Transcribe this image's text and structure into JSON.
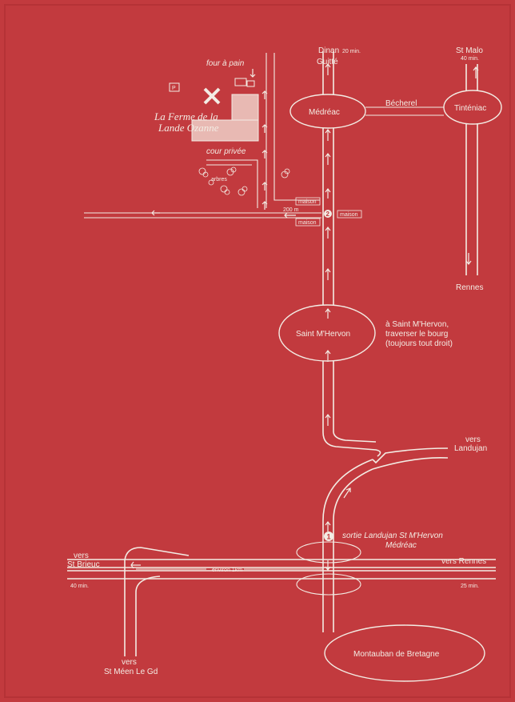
{
  "colors": {
    "background": "#c23a3e",
    "ink": "#f3ece4",
    "farm_block": "#e8b9b3"
  },
  "farm": {
    "name_line1": "La Ferme de la",
    "name_line2": "Lande Ozanne",
    "four_a_pain": "four à pain",
    "cour_privee": "cour privée",
    "arbres": "arbres",
    "parking": "P",
    "distance_200": "200 m",
    "maison_1": "maison",
    "maison_2": "maison",
    "maison_3": "maison",
    "marker_2": "2"
  },
  "towns": {
    "dinan": "Dinan",
    "dinan_time": "20 min.",
    "guitte": "Guitté",
    "medreac": "Médréac",
    "bocherel": "Bécherel",
    "tinteniac": "Tinténiac",
    "st_malo": "St Malo",
    "st_malo_time": "40 min.",
    "rennes_north": "Rennes",
    "saint_mhervon": "Saint M'Hervon",
    "montauban": "Montauban de Bretagne"
  },
  "notes": {
    "traverse_line1": "à Saint M'Hervon,",
    "traverse_line2": "traverser le bourg",
    "traverse_line3": "(toujours tout droit)",
    "sortie_line1": "sortie Landujan St M'Hervon",
    "sortie_line2": "Médréac",
    "marker_1": "1",
    "environ": "environ 1km"
  },
  "directions": {
    "vers_landujan_1": "vers",
    "vers_landujan_2": "Landujan",
    "vers_st_brieuc_1": "vers",
    "vers_st_brieuc_2": "St Brieuc",
    "st_brieuc_time": "40 min.",
    "vers_rennes": "vers Rennes",
    "rennes_time": "25 min.",
    "vers_st_meen_1": "vers",
    "vers_st_meen_2": "St Méen Le Gd"
  }
}
